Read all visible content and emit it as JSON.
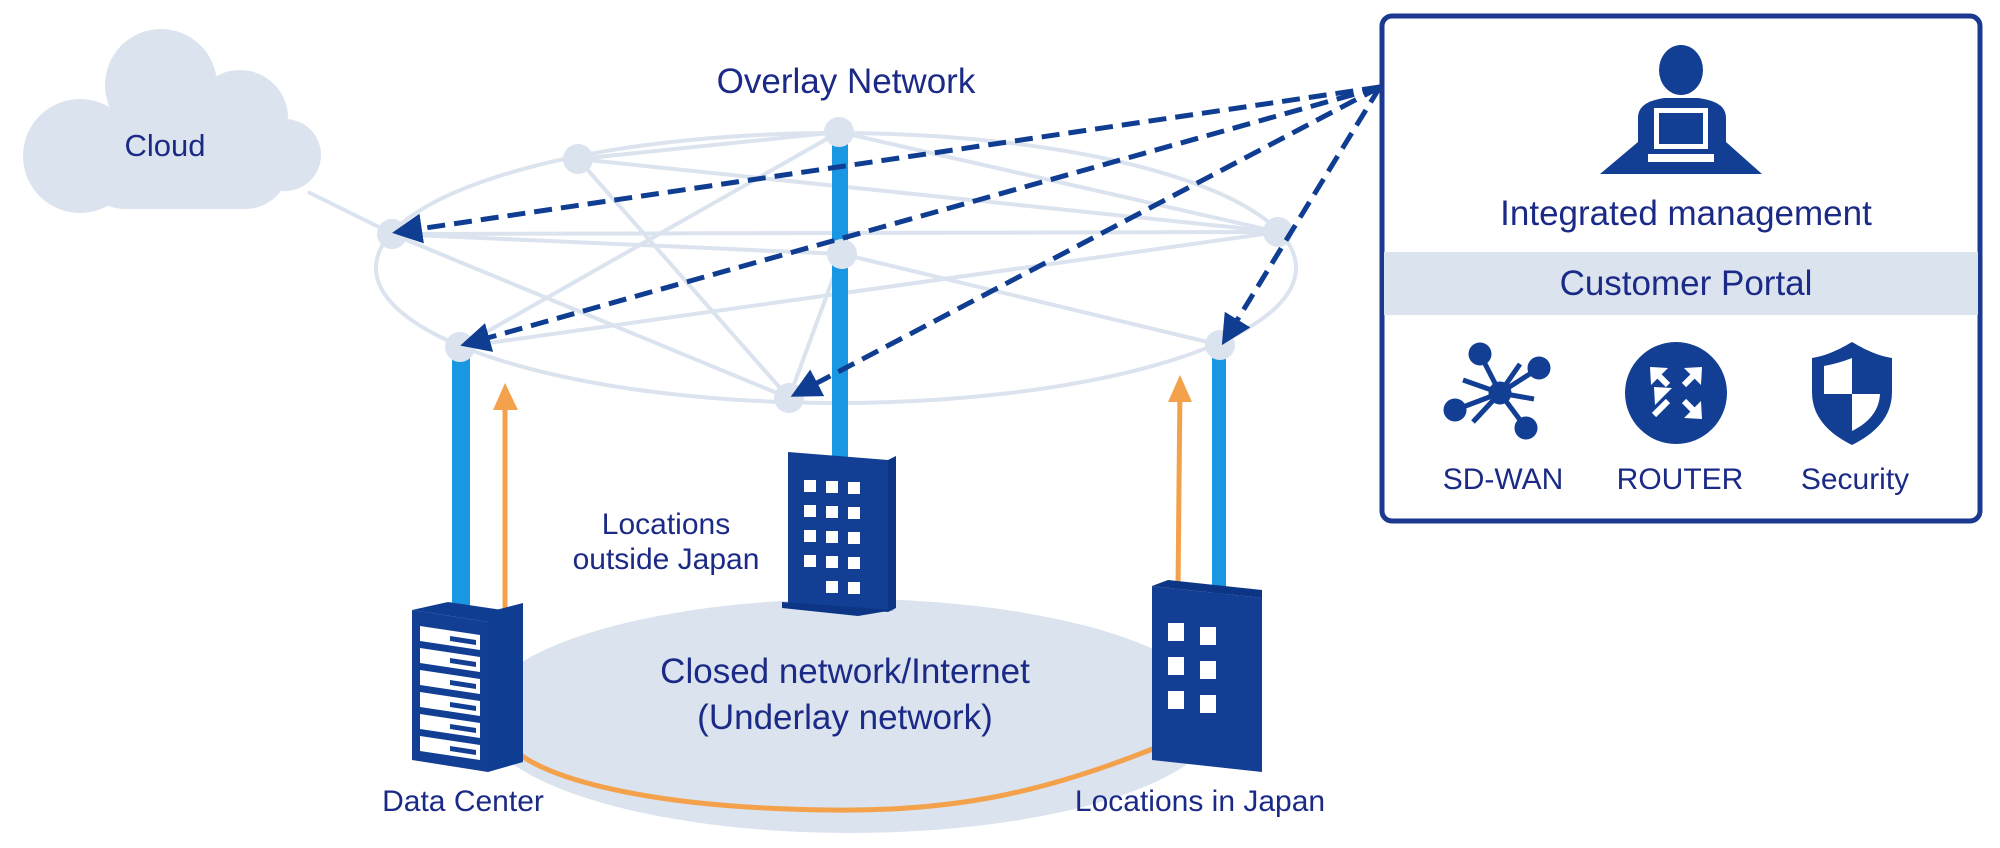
{
  "labels": {
    "cloud": "Cloud",
    "overlay": "Overlay Network",
    "underlay_line1": "Closed network/Internet",
    "underlay_line2": "(Underlay network)",
    "outside_line1": "Locations",
    "outside_line2": "outside Japan",
    "data_center": "Data Center",
    "in_japan": "Locations in Japan"
  },
  "panel": {
    "title": "Integrated management",
    "portal": "Customer Portal",
    "icons": [
      {
        "label": "SD-WAN",
        "icon": "sdwan-icon"
      },
      {
        "label": "ROUTER",
        "icon": "router-icon"
      },
      {
        "label": "Security",
        "icon": "shield-icon"
      }
    ]
  },
  "colors": {
    "navy": "#1b2a86",
    "dark_blue": "#0f3d91",
    "icon_blue": "#103f94",
    "link_blue": "#1997e3",
    "orange": "#f4a14b",
    "light_gray_blue": "#dbe3ef"
  }
}
